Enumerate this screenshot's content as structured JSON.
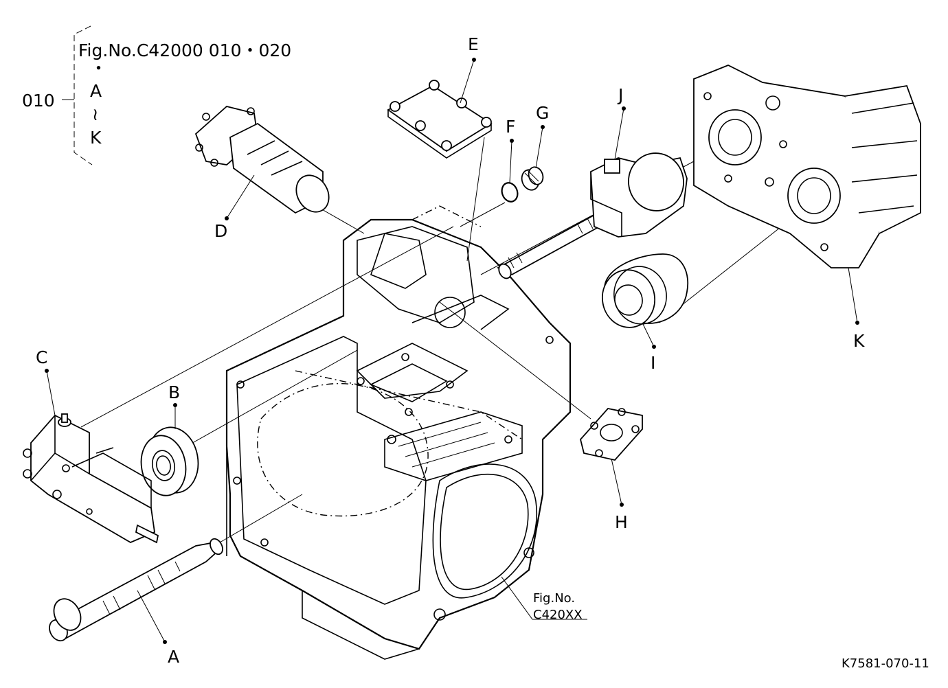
{
  "header": {
    "fig_ref": "Fig.No.C42000 010・020",
    "bullet": "・",
    "range_start": "A",
    "range_sep": "≀",
    "range_end": "K",
    "group_code": "010"
  },
  "callouts": [
    "A",
    "B",
    "C",
    "D",
    "E",
    "F",
    "G",
    "H",
    "I",
    "J",
    "K"
  ],
  "reference": {
    "line1": "Fig.No.",
    "line2": "C420XX"
  },
  "drawing_id": "K7581-070-11"
}
